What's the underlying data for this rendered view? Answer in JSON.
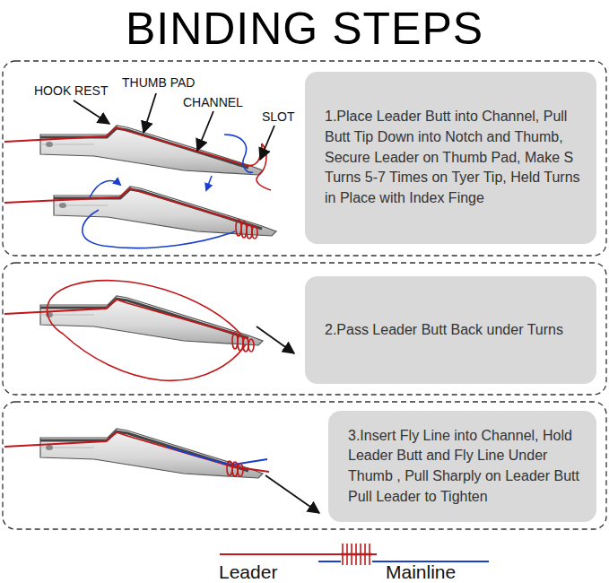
{
  "diagram": {
    "title": "BINDING STEPS",
    "nodes": [
      {
        "text": [
          "1.Place Leader Butt into Channel, Pull Butt Tip Down into Notch and Thumb, Secure Leader on Thumb Pad, Make S Turns 5-7 Times on Tyer Tip, Held Turns in Place with Index Finge"
        ]
      },
      {
        "text": [
          "2.Pass Leader Butt Back under Turns"
        ]
      },
      {
        "text": [
          "3.Insert Fly Line into Channel, Hold Leader Butt and Fly Line Under Thumb , Pull Sharply on Leader Butt",
          "Pull Leader to Tighten"
        ]
      }
    ],
    "labels": [
      "HOOK REST",
      "THUMB PAD",
      "CHANNEL",
      "SLOT"
    ],
    "legend": [
      {
        "text": "Leader"
      },
      {
        "text": "Mainline"
      }
    ]
  }
}
